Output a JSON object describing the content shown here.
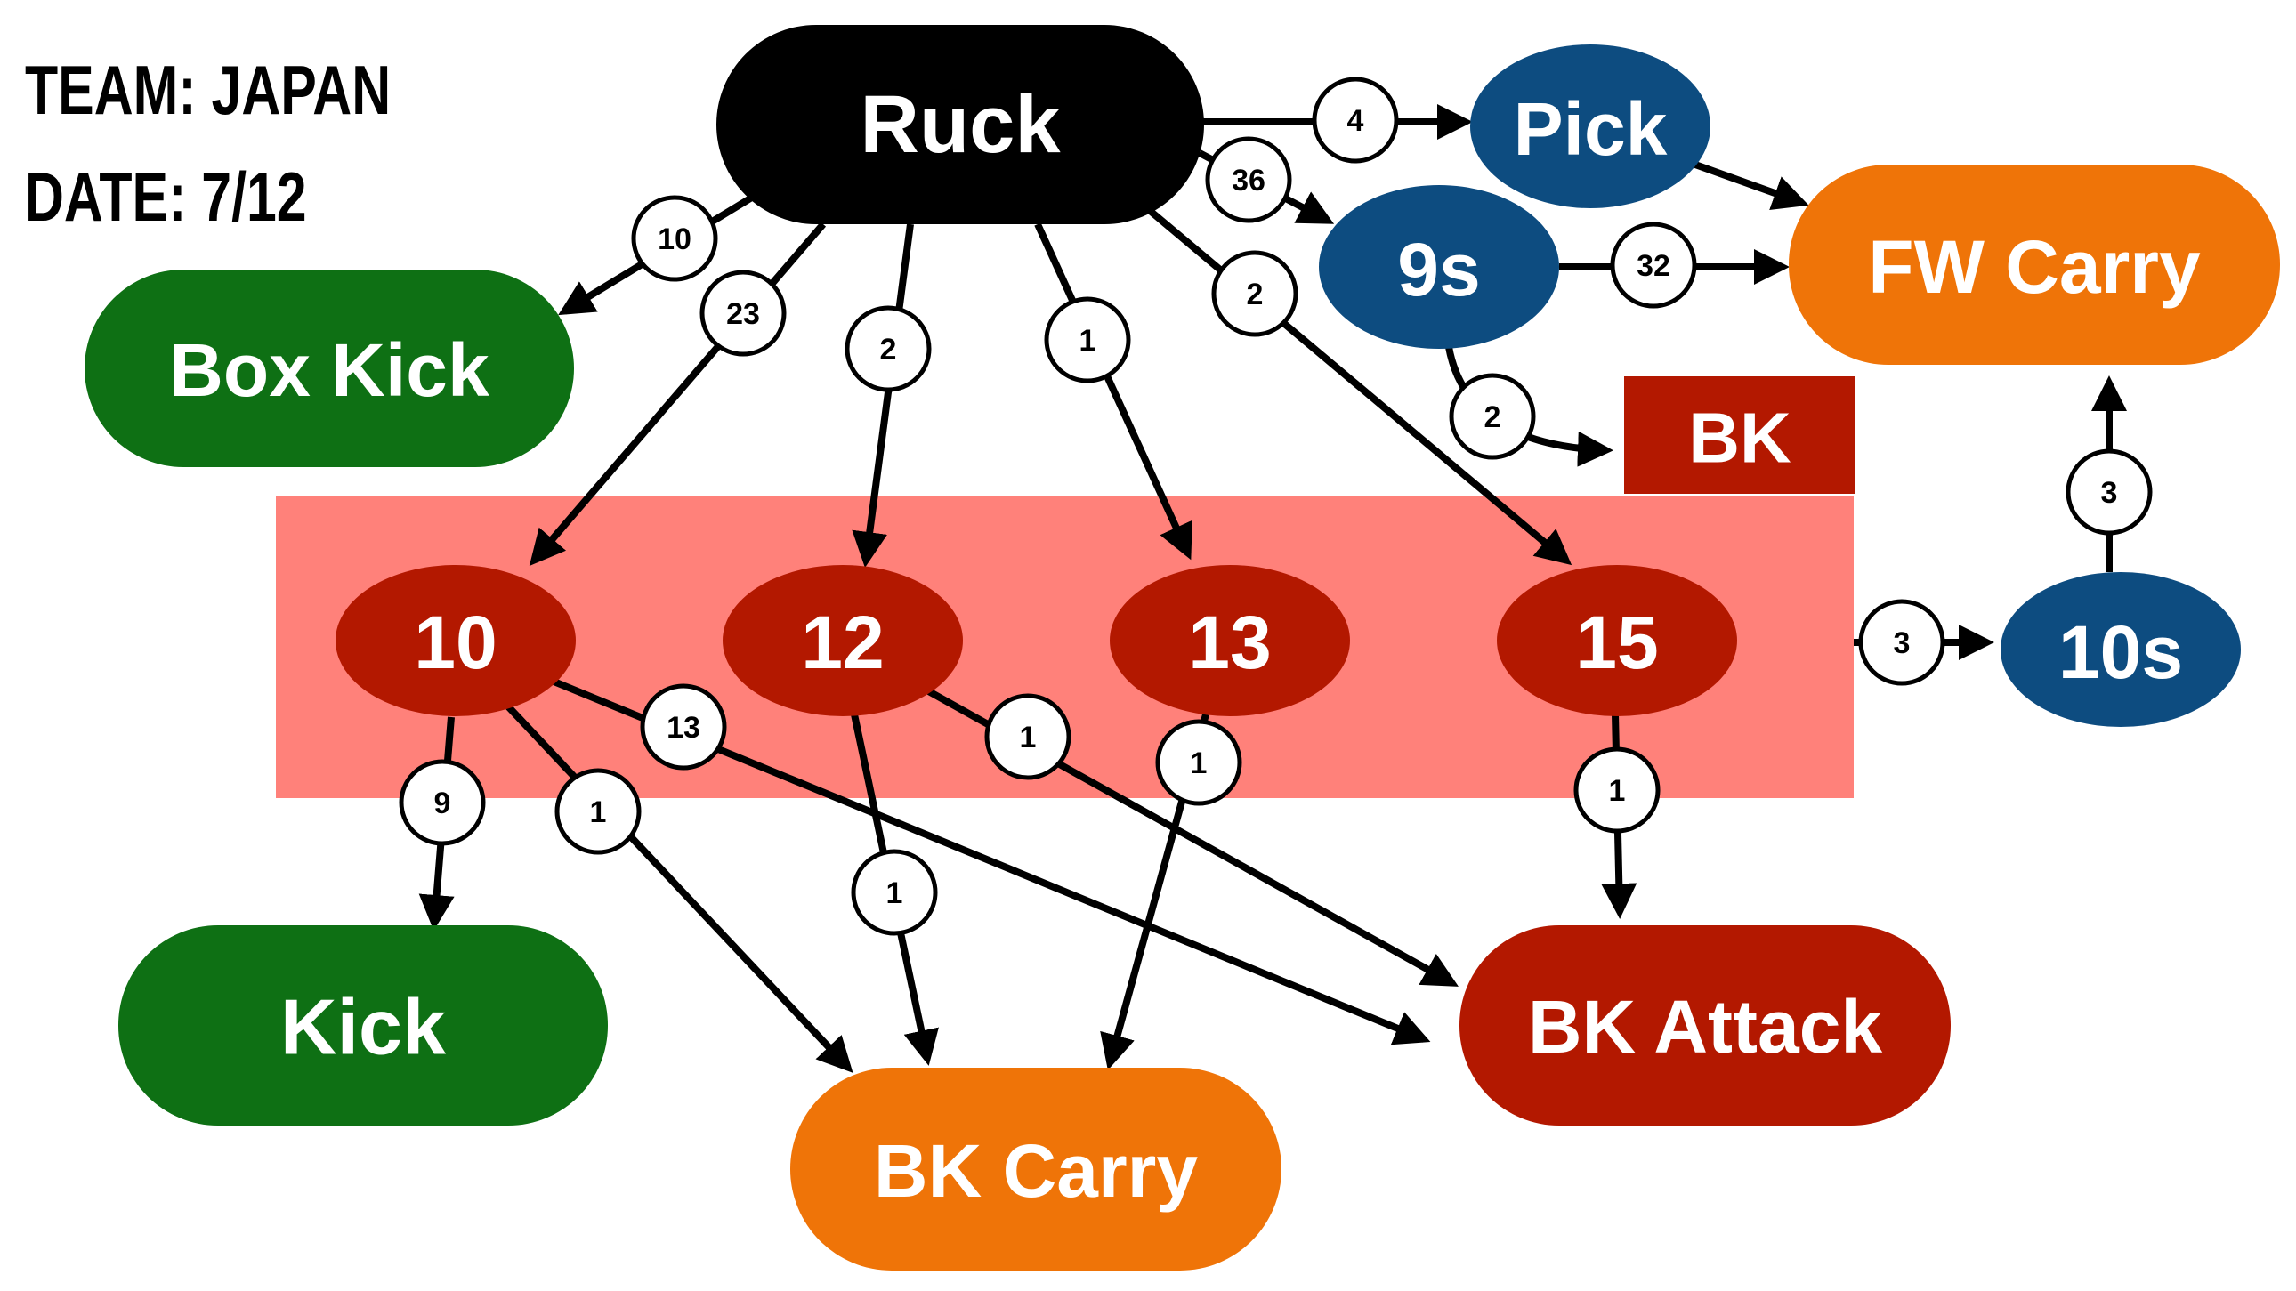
{
  "header": {
    "team": "TEAM: JAPAN",
    "date": "DATE: 7/12"
  },
  "colors": {
    "ruck": "#000000",
    "green": "#0e7014",
    "blue": "#0d4c80",
    "orange": "#ef7408",
    "red": "#b31800",
    "zone": "#ff817a"
  },
  "nodes": {
    "ruck": "Ruck",
    "pick": "Pick",
    "nines": "9s",
    "fw_carry": "FW Carry",
    "box_kick": "Box Kick",
    "bk": "BK",
    "ten": "10",
    "twelve": "12",
    "thirteen": "13",
    "fifteen": "15",
    "tens": "10s",
    "kick": "Kick",
    "bk_carry": "BK Carry",
    "bk_attack": "BK Attack"
  },
  "edges": [
    {
      "from": "Ruck",
      "to": "Pick",
      "count": "4"
    },
    {
      "from": "Ruck",
      "to": "9s",
      "count": "36"
    },
    {
      "from": "Ruck",
      "to": "Box Kick",
      "count": "10"
    },
    {
      "from": "Ruck",
      "to": "10",
      "count": "23"
    },
    {
      "from": "Ruck",
      "to": "12",
      "count": "2"
    },
    {
      "from": "Ruck",
      "to": "13",
      "count": "1"
    },
    {
      "from": "Ruck",
      "to": "15",
      "count": "2"
    },
    {
      "from": "Pick",
      "to": "FW Carry",
      "count": ""
    },
    {
      "from": "9s",
      "to": "FW Carry",
      "count": "32"
    },
    {
      "from": "9s",
      "to": "BK",
      "count": "2"
    },
    {
      "from": "10s",
      "to": "FW Carry",
      "count": "3"
    },
    {
      "from": "Backs zone",
      "to": "10s",
      "count": "3"
    },
    {
      "from": "10",
      "to": "Kick",
      "count": "9"
    },
    {
      "from": "10",
      "to": "BK Carry",
      "count": "1"
    },
    {
      "from": "10",
      "to": "BK Attack",
      "count": "13"
    },
    {
      "from": "12",
      "to": "BK Carry",
      "count": "1"
    },
    {
      "from": "12",
      "to": "BK Attack",
      "count": "1"
    },
    {
      "from": "13",
      "to": "BK Carry",
      "count": "1"
    },
    {
      "from": "15",
      "to": "BK Attack",
      "count": "1"
    }
  ]
}
